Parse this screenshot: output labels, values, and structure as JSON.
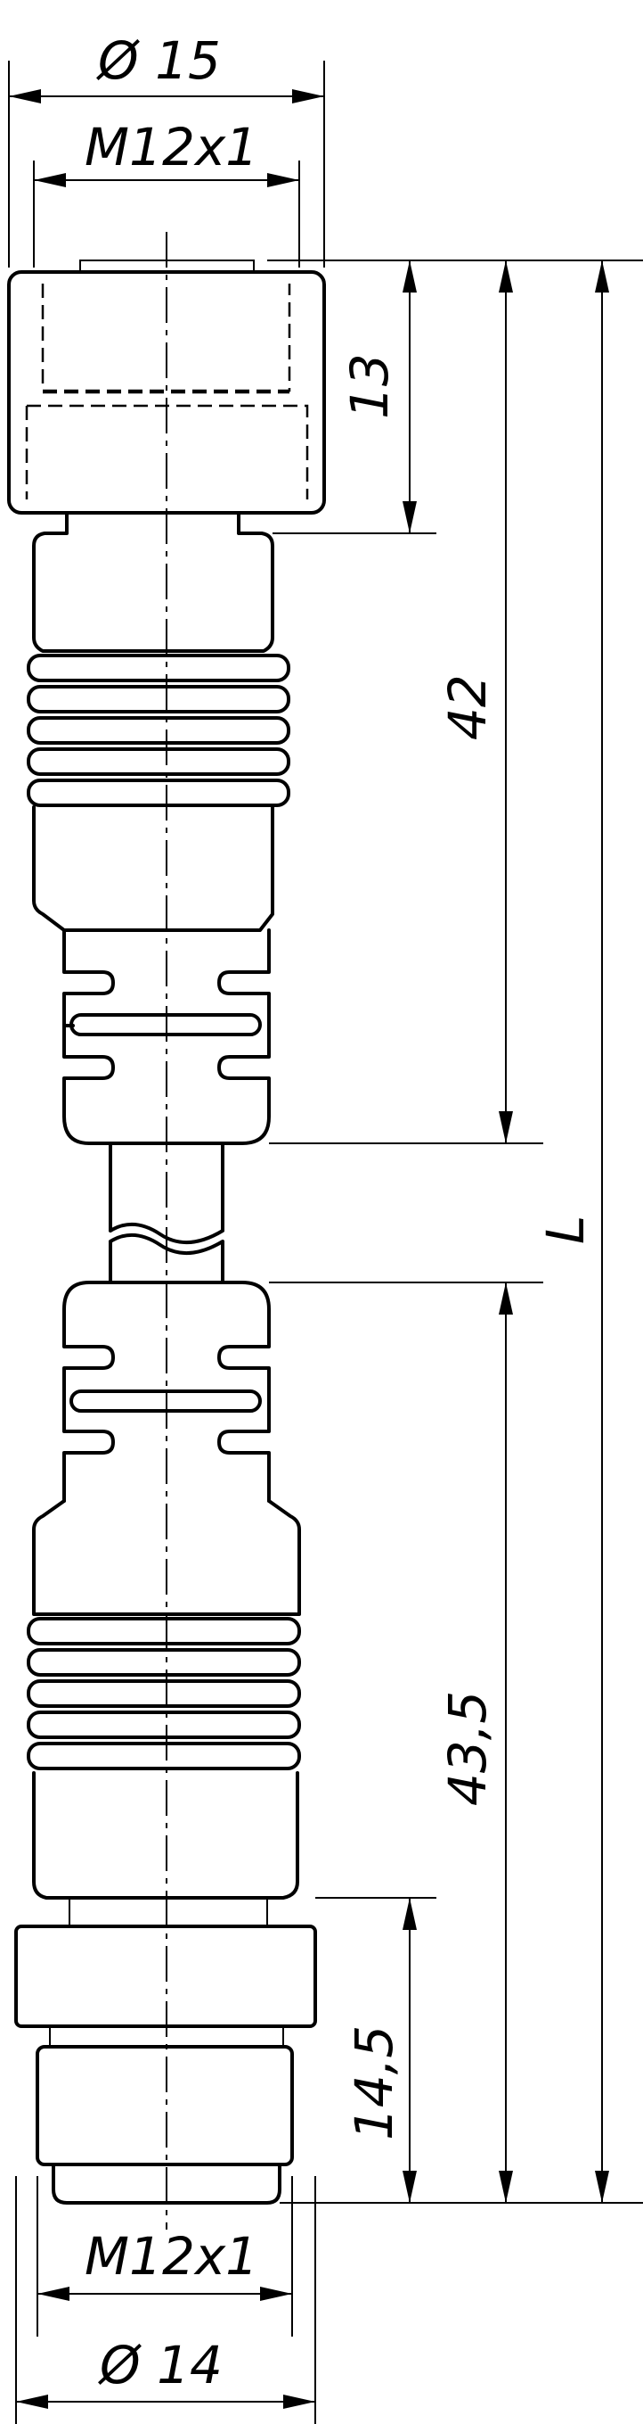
{
  "dimensions": {
    "top_diameter": "Ø 15",
    "top_thread": "M12x1",
    "top_height": "13",
    "upper_length": "42",
    "total_length": "L",
    "lower_length": "43,5",
    "bottom_height": "14,5",
    "bottom_thread": "M12x1",
    "bottom_diameter": "Ø 14"
  },
  "colors": {
    "line": "#000000",
    "background": "#ffffff"
  }
}
